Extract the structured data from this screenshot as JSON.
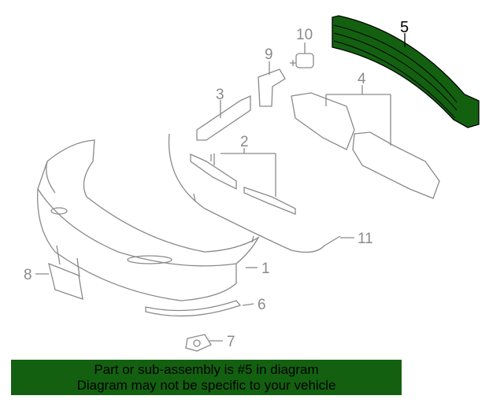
{
  "callouts": [
    "1",
    "2",
    "3",
    "4",
    "5",
    "6",
    "7",
    "8",
    "9",
    "10",
    "11"
  ],
  "highlighted_part": "5",
  "colors": {
    "highlight": "#136110",
    "lines": "#8a8a8a",
    "banner_bg": "#136110"
  },
  "banner": {
    "line1": "Part or sub-assembly is #5 in diagram",
    "line2": "Diagram may not be specific to your vehicle"
  }
}
